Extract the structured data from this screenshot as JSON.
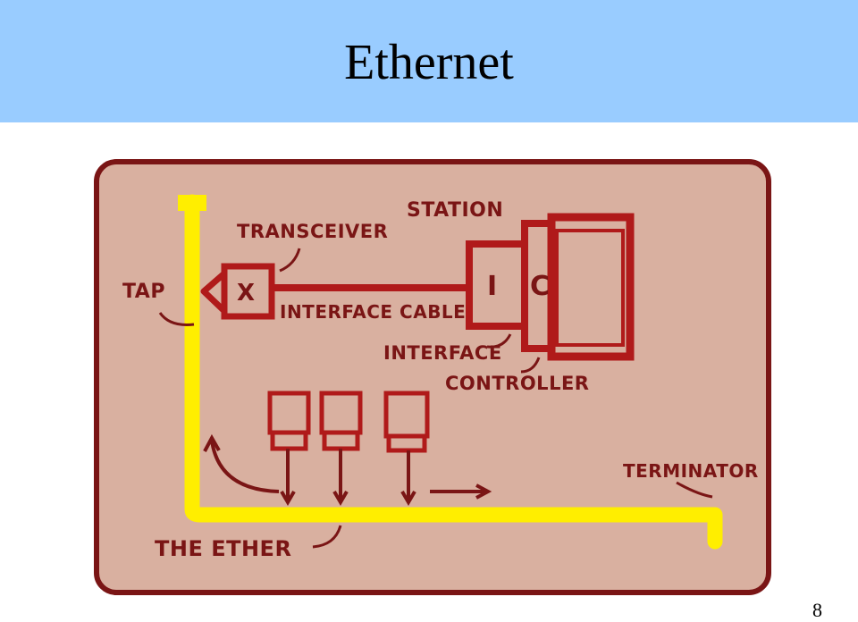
{
  "slide": {
    "title": "Ethernet",
    "page_number": "8"
  },
  "diagram": {
    "labels": {
      "station": "STATION",
      "transceiver": "TRANSCEIVER",
      "tap": "TAP",
      "x": "X",
      "interface_cable": "INTERFACE CABLE",
      "i": "I",
      "c": "C",
      "interface_controller_line1": "INTERFACE",
      "interface_controller_line2": "CONTROLLER",
      "terminator": "TERMINATOR",
      "the_ether": "THE ETHER"
    },
    "colors": {
      "card_background": "#d9b0a0",
      "card_border": "#7a1515",
      "ether_cable": "#ffee00",
      "drawing_red": "#b01a1a"
    }
  }
}
